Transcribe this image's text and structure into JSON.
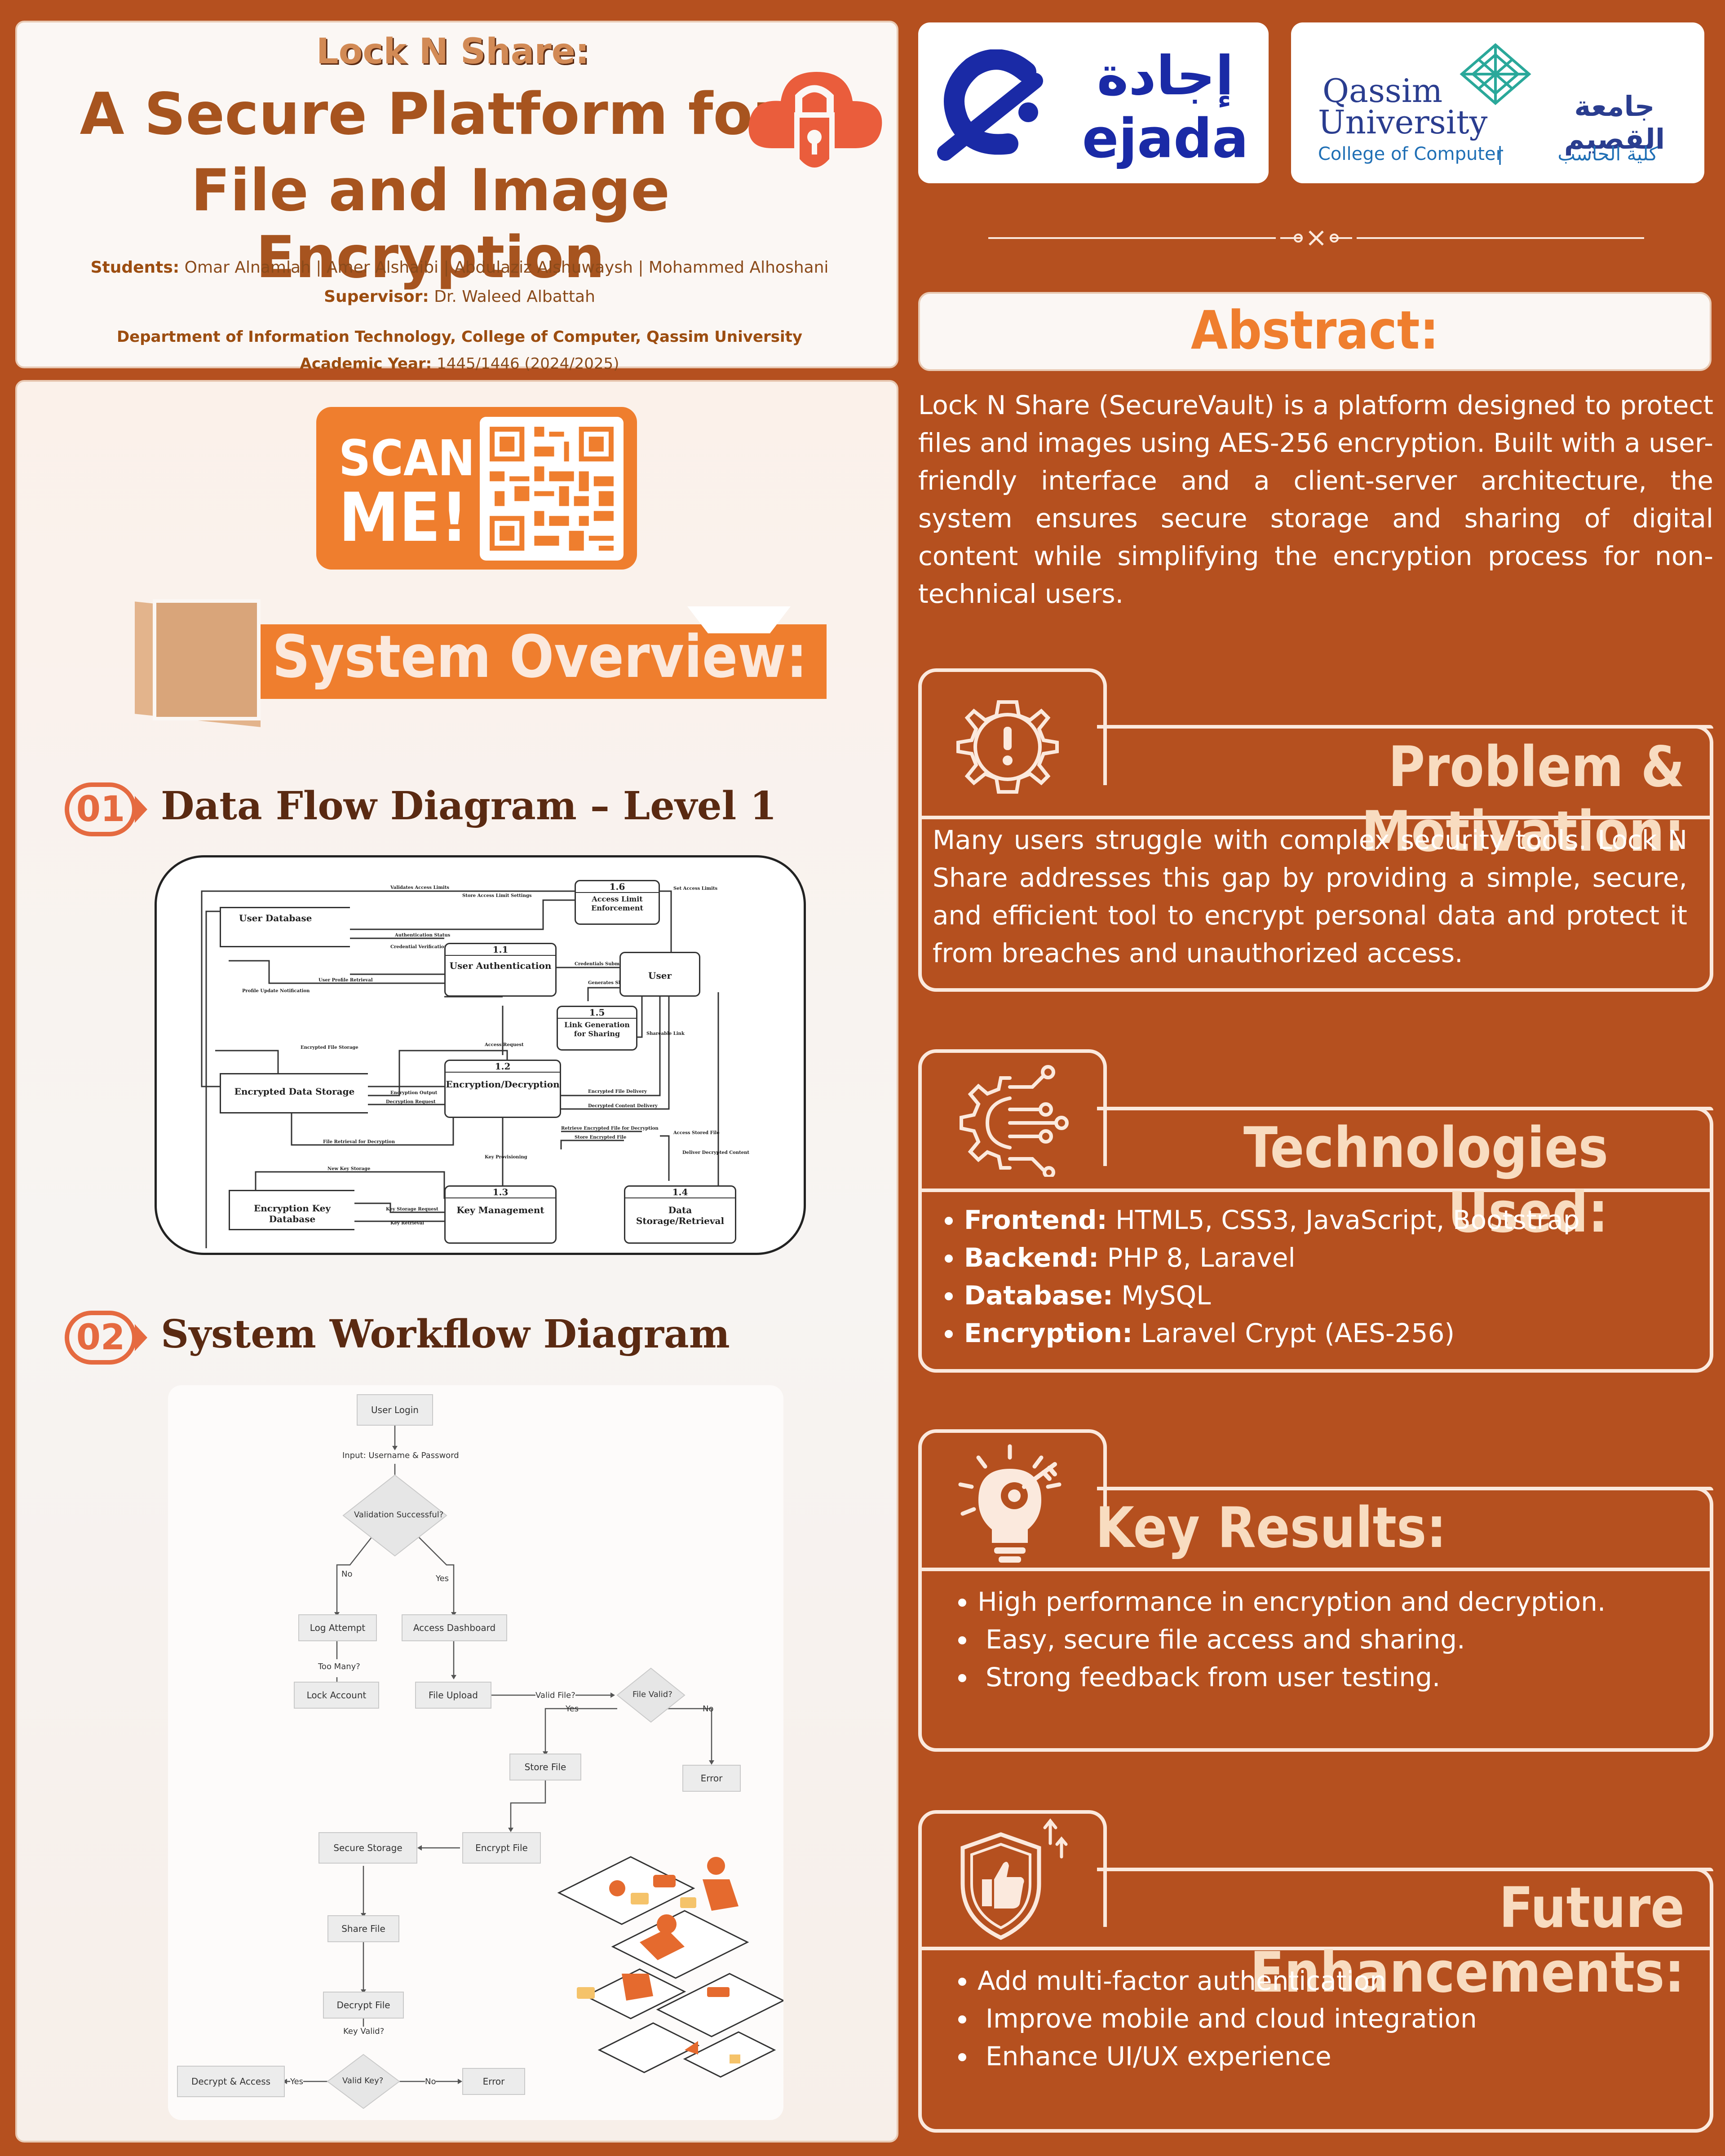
{
  "header": {
    "subtitle": "Lock N Share:",
    "title_line1": "A Secure Platform for",
    "title_line2": "File and Image Encryption",
    "students_label": "Students:",
    "students": "Omar Alnamlah | Amer Alshaibi | Abdulaziz Alshuwaysh | Mohammed Alhoshani",
    "supervisor_label": "Supervisor:",
    "supervisor": "Dr. Waleed Albattah",
    "department": "Department of Information Technology, College of Computer, Qassim University",
    "year_label": "Academic Year:",
    "year": "1445/1446 (2024/2025)"
  },
  "logos": {
    "ejada_ar": "إجادة",
    "ejada_en": "ejada",
    "qassim_en1": "Qassim",
    "qassim_en2": "University",
    "qassim_ar": "جامعة القصيم",
    "college_en": "College of Computer",
    "college_ar": "كلية الحاسب"
  },
  "scan": {
    "line1": "SCAN",
    "line2": "ME!"
  },
  "overview_title": "System Overview:",
  "section1": {
    "num": "01",
    "title": "Data Flow Diagram – Level 1"
  },
  "section2": {
    "num": "02",
    "title": "System Workflow Diagram"
  },
  "dfd": {
    "n16": "1.6",
    "n16_label": "Access Limit Enforcement",
    "n11": "1.1",
    "n11_label": "User Authentication",
    "n15": "1.5",
    "n15_label": "Link Generation for Sharing",
    "n12": "1.2",
    "n12_label": "Encryption/Decryption",
    "n13": "1.3",
    "n13_label": "Key Management",
    "n14": "1.4",
    "n14_label": "Data Storage/Retrieval",
    "user": "User",
    "db_user": "User Database",
    "db_enc": "Encrypted Data Storage",
    "db_key": "Encryption Key Database"
  },
  "workflow": {
    "user_login": "User Login",
    "input": "Input: Username & Password",
    "validation": "Validation Successful?",
    "no": "No",
    "yes": "Yes",
    "log_attempt": "Log Attempt",
    "access_dashboard": "Access Dashboard",
    "too_many": "Too Many?",
    "lock_account": "Lock Account",
    "file_upload": "File Upload",
    "valid_file_q": "Valid File?",
    "file_valid": "File Valid?",
    "yes2": "Yes",
    "no2": "No",
    "store_file": "Store File",
    "error1": "Error",
    "secure_storage": "Secure Storage",
    "encrypt_file": "Encrypt File",
    "share_file": "Share File",
    "decrypt_file": "Decrypt File",
    "key_valid_q": "Key Valid?",
    "valid_key": "Valid Key?",
    "decrypt_access": "Decrypt & Access",
    "yes3": "Yes",
    "no3": "No",
    "error2": "Error"
  },
  "abstract": {
    "title": "Abstract:",
    "text": "Lock N Share (SecureVault) is a platform designed to protect files and images using AES-256 encryption. Built with a user-friendly interface and a client-server architecture, the system ensures secure storage and sharing of digital content while simplifying the encryption process for non-technical users."
  },
  "problem": {
    "title": "Problem & Motivation:",
    "text": "Many users struggle with complex security tools. Lock N Share addresses this gap by providing a simple, secure, and efficient tool to encrypt personal data and protect it from breaches and unauthorized access."
  },
  "tech": {
    "title": "Technologies Used:",
    "items": [
      {
        "label": "Frontend:",
        "value": "HTML5, CSS3, JavaScript, Bootstrap"
      },
      {
        "label": "Backend:",
        "value": "PHP 8, Laravel"
      },
      {
        "label": "Database:",
        "value": "MySQL"
      },
      {
        "label": "Encryption:",
        "value": "Laravel Crypt (AES-256)"
      }
    ]
  },
  "results": {
    "title": "Key Results:",
    "items": [
      "High performance in encryption and decryption.",
      "Easy, secure file access and sharing.",
      "Strong feedback from user testing."
    ]
  },
  "future": {
    "title": "Future Enhancements:",
    "items": [
      "Add multi-factor authentication",
      "Improve mobile and cloud integration",
      "Enhance UI/UX experience"
    ]
  },
  "colors": {
    "background": "#b5501f",
    "accent_orange": "#ef7e2e",
    "cream": "#f8dcc0",
    "dark_brown": "#5a2a12"
  }
}
